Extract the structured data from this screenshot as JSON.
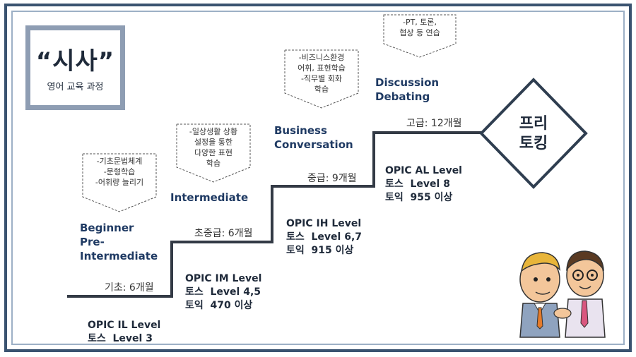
{
  "title": {
    "main": "“시사”",
    "sub": "영어 교육 과정"
  },
  "levels": {
    "beginner": [
      "Beginner",
      "Pre-",
      "Intermediate"
    ],
    "intermediate": "Intermediate",
    "business": [
      "Business",
      "Conversation"
    ],
    "discussion": [
      "Discussion",
      "Debating"
    ]
  },
  "durations": {
    "basic": "기초: 6개월",
    "pre_mid": "초중급: 6개월",
    "mid": "중급: 9개월",
    "advanced": "고급: 12개월"
  },
  "tests": {
    "il": [
      "OPIC IL Level",
      "토스  Level 3"
    ],
    "im": [
      "OPIC IM Level",
      "토스  Level 4,5",
      "토익  470 이상"
    ],
    "ih": [
      "OPIC IH Level",
      "토스  Level 6,7",
      "토익  915 이상"
    ],
    "al": [
      "OPIC AL Level",
      "토스  Level 8",
      "토익  955 이상"
    ]
  },
  "notes": {
    "beginner": [
      "-기초문법체계",
      "-문형학습",
      "-어휘량 늘리기"
    ],
    "intermediate": [
      "-일상생활 상황",
      "설정을 통한",
      "다양한 표현",
      "학습"
    ],
    "business": [
      "-비즈니스환경",
      "어휘, 표현학습",
      "-직무별 회화",
      "학습"
    ],
    "discussion": [
      "-PT, 토론,",
      "협상 등 연습"
    ]
  },
  "goal": [
    "프리",
    "토킹"
  ],
  "colors": {
    "frame": "#3a5370",
    "title_border": "#8e9db3",
    "level_text": "#1f3a63",
    "step_line": "#333a45"
  }
}
